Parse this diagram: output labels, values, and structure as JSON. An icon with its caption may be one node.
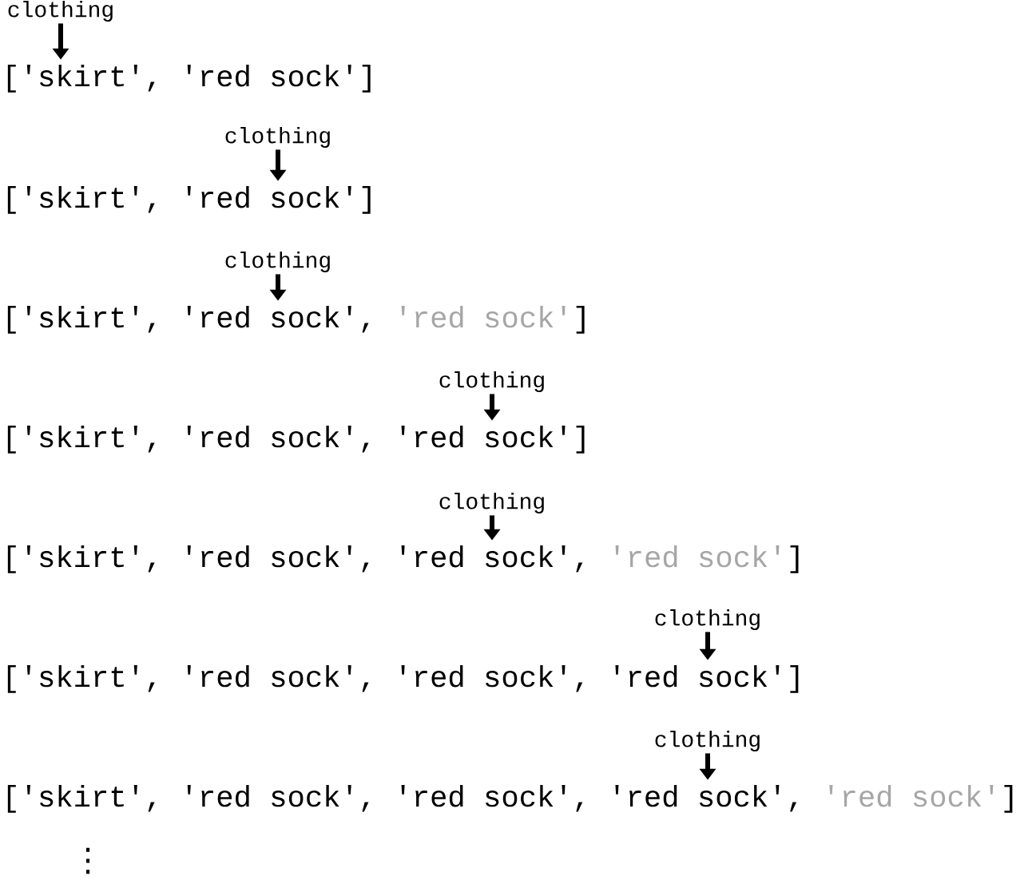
{
  "diagram": {
    "nodes": [
      {
        "text": [
          "clothing"
        ]
      },
      {
        "text": [
          "['skirt', 'red sock']"
        ]
      },
      {
        "text": [
          "clothing"
        ]
      },
      {
        "text": [
          "['skirt', 'red sock']"
        ]
      },
      {
        "text": [
          "clothing"
        ]
      },
      {
        "text": [
          "['skirt', 'red sock',",
          "'red sock'",
          "]"
        ]
      },
      {
        "text": [
          "clothing"
        ]
      },
      {
        "text": [
          "['skirt', 'red sock', 'red sock']"
        ]
      },
      {
        "text": [
          "clothing"
        ]
      },
      {
        "text": [
          "['skirt', 'red sock', 'red sock',",
          "'red sock'",
          "]"
        ]
      },
      {
        "text": [
          "clothing"
        ]
      },
      {
        "text": [
          "['skirt', 'red sock', 'red sock', 'red sock']"
        ]
      },
      {
        "text": [
          "clothing"
        ]
      },
      {
        "text": [
          "['skirt', 'red sock', 'red sock', 'red sock',",
          "'red sock'",
          "]"
        ]
      }
    ],
    "edges": [
      {
        "from": 0,
        "to": 1,
        "arrow": "to"
      },
      {
        "from": 2,
        "to": 3,
        "arrow": "to"
      },
      {
        "from": 4,
        "to": 5,
        "arrow": "to"
      },
      {
        "from": 6,
        "to": 7,
        "arrow": "to"
      },
      {
        "from": 8,
        "to": 9,
        "arrow": "to"
      },
      {
        "from": 10,
        "to": 11,
        "arrow": "to"
      },
      {
        "from": 12,
        "to": 13,
        "arrow": "to"
      }
    ],
    "labels": [
      "⋮"
    ]
  }
}
